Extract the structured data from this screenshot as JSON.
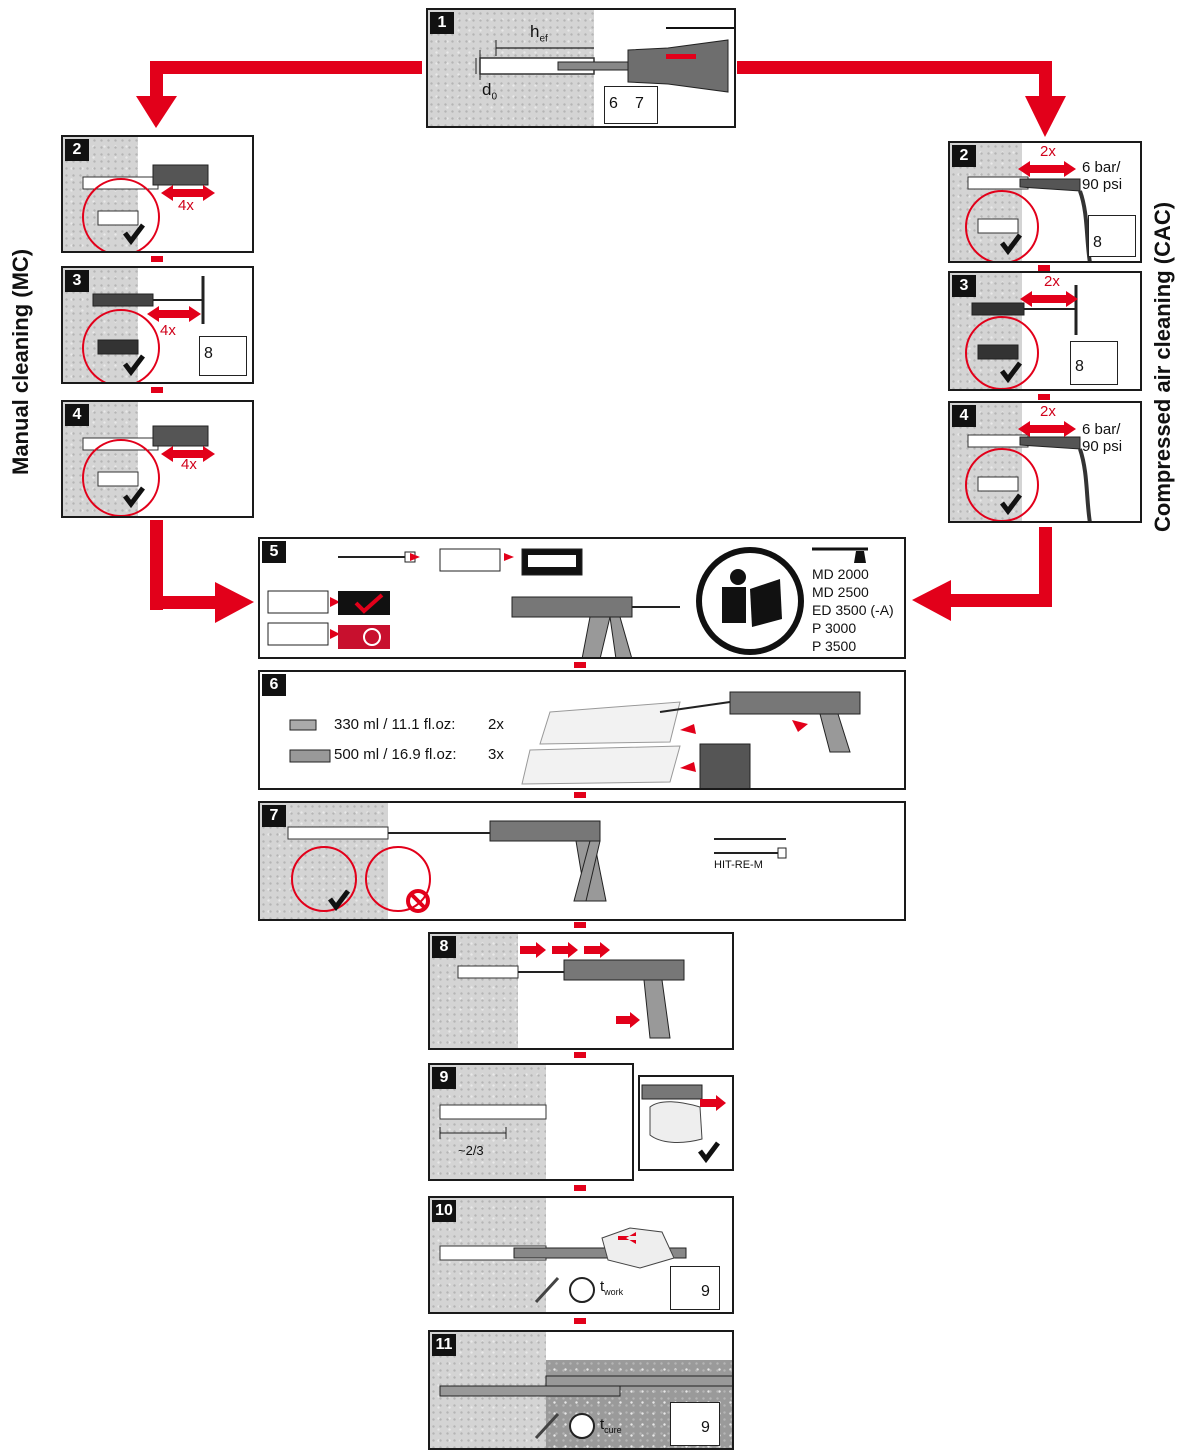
{
  "side_labels": {
    "left": "Manual cleaning (MC)",
    "right": "Compressed air cleaning (CAC)"
  },
  "colors": {
    "accent": "#e2001a",
    "wall": "#d4d4d4",
    "outline": "#1a1a1a"
  },
  "step1": {
    "num": "1",
    "hef": "h",
    "hef_sub": "ef",
    "d0": "d",
    "d0_sub": "0",
    "ref_left": "6",
    "ref_right": "7"
  },
  "mc": [
    {
      "num": "2",
      "count": "4x"
    },
    {
      "num": "3",
      "count": "4x",
      "ref": "8"
    },
    {
      "num": "4",
      "count": "4x"
    }
  ],
  "cac": [
    {
      "num": "2",
      "count": "2x",
      "pressure_1": "6 bar/",
      "pressure_2": "90 psi",
      "ref": "8"
    },
    {
      "num": "3",
      "count": "2x",
      "ref": "8"
    },
    {
      "num": "4",
      "count": "2x",
      "pressure_1": "6 bar/",
      "pressure_2": "90 psi"
    }
  ],
  "step5": {
    "num": "5",
    "dispensers": [
      "MD 2000",
      "MD 2500",
      "ED 3500 (-A)",
      "P 3000",
      "P 3500"
    ]
  },
  "step6": {
    "num": "6",
    "rows": [
      {
        "volume": "330 ml / 11.1 fl.oz:",
        "count": "2x"
      },
      {
        "volume": "500 ml / 16.9 fl.oz:",
        "count": "3x"
      }
    ]
  },
  "step7": {
    "num": "7",
    "mixer_label": "HIT-RE-M"
  },
  "step8": {
    "num": "8"
  },
  "step9": {
    "num": "9",
    "fill_fraction": "~2/3"
  },
  "step10": {
    "num": "10",
    "time_label": "t",
    "time_sub": "work",
    "ref": "9"
  },
  "step11": {
    "num": "11",
    "time_label": "t",
    "time_sub": "cure",
    "ref": "9"
  }
}
